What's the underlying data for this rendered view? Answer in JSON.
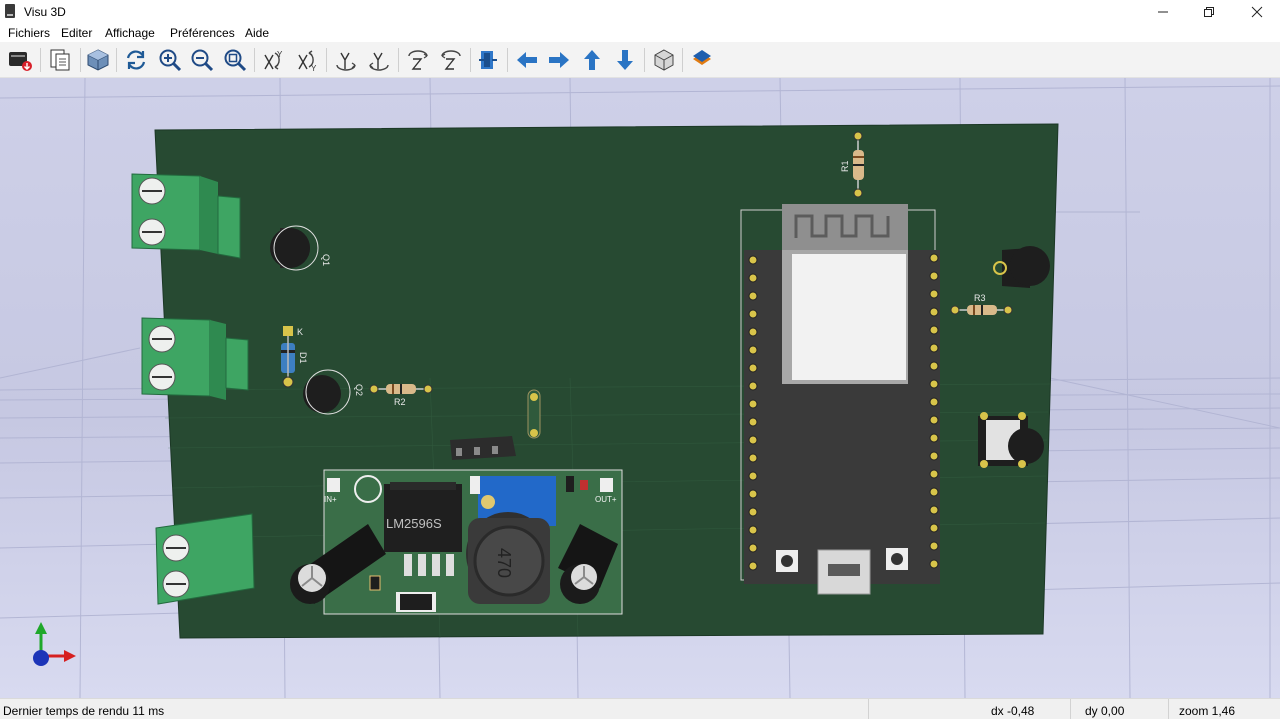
{
  "window": {
    "title": "Visu 3D"
  },
  "menu": {
    "items": [
      "Fichiers",
      "Editer",
      "Affichage",
      "Préférences",
      "Aide"
    ]
  },
  "toolbar": {
    "icons": [
      "export-icon",
      "copy-icon",
      "view-3d-icon",
      "reload-icon",
      "zoom-in-icon",
      "zoom-out-icon",
      "zoom-fit-icon",
      "rotate-x-cw-icon",
      "rotate-x-ccw-icon",
      "rotate-y-cw-icon",
      "rotate-y-ccw-icon",
      "rotate-z-cw-icon",
      "rotate-z-ccw-icon",
      "flip-board-icon",
      "pan-left-icon",
      "pan-right-icon",
      "pan-up-icon",
      "pan-down-icon",
      "ortho-view-icon",
      "layers-icon"
    ]
  },
  "board": {
    "labels": {
      "q1": "Q1",
      "q2": "Q2",
      "d1": "D1",
      "k": "K",
      "r1": "R1",
      "r2": "R2",
      "r3": "R3",
      "regulator": "LM2596S",
      "inductor": "470",
      "in_plus": "IN+",
      "out_plus": "OUT+"
    },
    "colors": {
      "pcb": "#274a32",
      "terminal": "#3ea563",
      "header": "#3a3a3a",
      "pin": "#d8c44a"
    }
  },
  "status": {
    "render_time": "Dernier temps de rendu 11 ms",
    "dx": "dx -0,48",
    "dy": "dy 0,00",
    "zoom": "zoom 1,46"
  }
}
